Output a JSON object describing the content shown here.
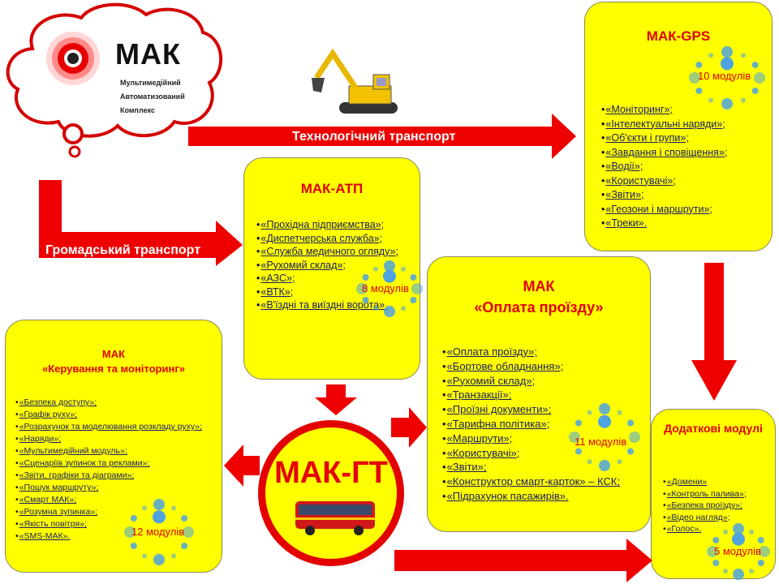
{
  "logo": {
    "name": "МАК",
    "line1": "Мультимедійний",
    "line2": "Автоматизований",
    "line3": "Комплекс"
  },
  "arrows": {
    "tech": "Технологічний  транспорт",
    "public": "Громадський транспорт"
  },
  "colors": {
    "box": "#ffff00",
    "title": "#e00000",
    "arrow": "#ee0000",
    "link": "#1a1a66",
    "dots": "#4fa3e0"
  },
  "gps": {
    "title": "МАК-GPS",
    "modules": "10 модулів",
    "items": [
      "«Моніторинг»;",
      "«Інтелектуальні наряди»;",
      "«Об'єкти і групи»;",
      "«Завдання і сповіщення»;",
      "«Водії»;",
      "«Користувачі»;",
      "«Звіти»;",
      "«Геозони і маршрути»;",
      "«Треки»."
    ]
  },
  "atp": {
    "title": "МАК-АТП",
    "modules": "8 модулів",
    "items": [
      "«Прохідна підприємства»;",
      "«Диспетчерська служба»;",
      "«Служба медичного огляду»;",
      "«Рухомий склад»;",
      "«АЗС»;",
      "«ВТК»;",
      "«В'їздні та виїздні ворота»."
    ]
  },
  "pay": {
    "title1": "МАК",
    "title2": "«Оплата проїзду»",
    "modules": "11 модулів",
    "items": [
      "«Оплата проїзду»;",
      "«Бортове обладнання»;",
      "«Рухомий склад»;",
      "«Транзакції»;",
      "«Проїзні документи»;",
      "«Тарифна політика»;",
      "«Маршрути»;",
      "«Користувачі»;",
      "«Звіти»;",
      "«Конструктор смарт-карток» – КСК;",
      "«Підрахунок пасажирів»."
    ]
  },
  "ctrl": {
    "title1": "МАК",
    "title2": "«Керування та моніторинг»",
    "modules": "12 модулів",
    "items": [
      "«Безпека доступу»;",
      "«Графік руху»;",
      "«Розрахунок та моделювання розкладу руху»;",
      "«Наряди»;",
      "«Мультимедійний модуль»;",
      "«Сценаріїв зупинок та реклами»;",
      "«Звіти, графіки та діаграми»;",
      "«Пошук маршруту»;",
      "«Смарт МАК»;",
      "«Розумна зупинка»;",
      "«Якість повітря»;",
      "«SMS-МАК»."
    ]
  },
  "extra": {
    "title": "Додаткові модулі",
    "modules": "5 модулів",
    "items": [
      "«Домени»",
      "«Контроль палива»;",
      "«Безпека проїзду»;",
      "«Відео нагляд»;",
      "«Голос»."
    ]
  },
  "center": {
    "title": "МАК-ГТ"
  }
}
